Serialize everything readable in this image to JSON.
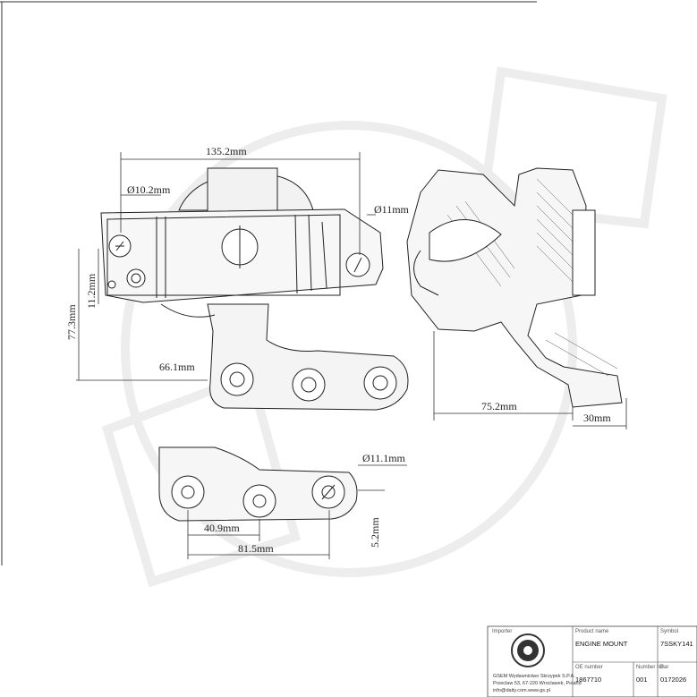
{
  "dimensions": {
    "front_width": "135.2mm",
    "front_hole_left": "Ø10.2mm",
    "front_hole_right": "Ø11mm",
    "front_height_small": "11.2mm",
    "front_height": "77.3mm",
    "front_offset": "66.1mm",
    "side_width": "75.2mm",
    "side_thickness": "30mm",
    "bottom_hole": "Ø11.1mm",
    "bottom_spacing_a": "40.9mm",
    "bottom_spacing_b": "81.5mm",
    "bottom_height": "5.2mm"
  },
  "title_block": {
    "field_1_label": "Importer",
    "field_2_label": "Product name",
    "product_name": "ENGINE MOUNT",
    "field_3_label": "Symbol",
    "symbol": "7SSKY141",
    "field_4_label": "OE number",
    "oe_number": "1867710",
    "field_5_label": "Number No",
    "number": "001",
    "field_6_label": "Bar",
    "bar": "0172026",
    "company_line_1": "GSEM Wydawnictwo Skrzypek S.P.A.",
    "company_line_2": "Przeclaw 53, 67-220 Wroclawek, Poland",
    "company_line_3": "info@daity.com.www.gs.pl"
  }
}
